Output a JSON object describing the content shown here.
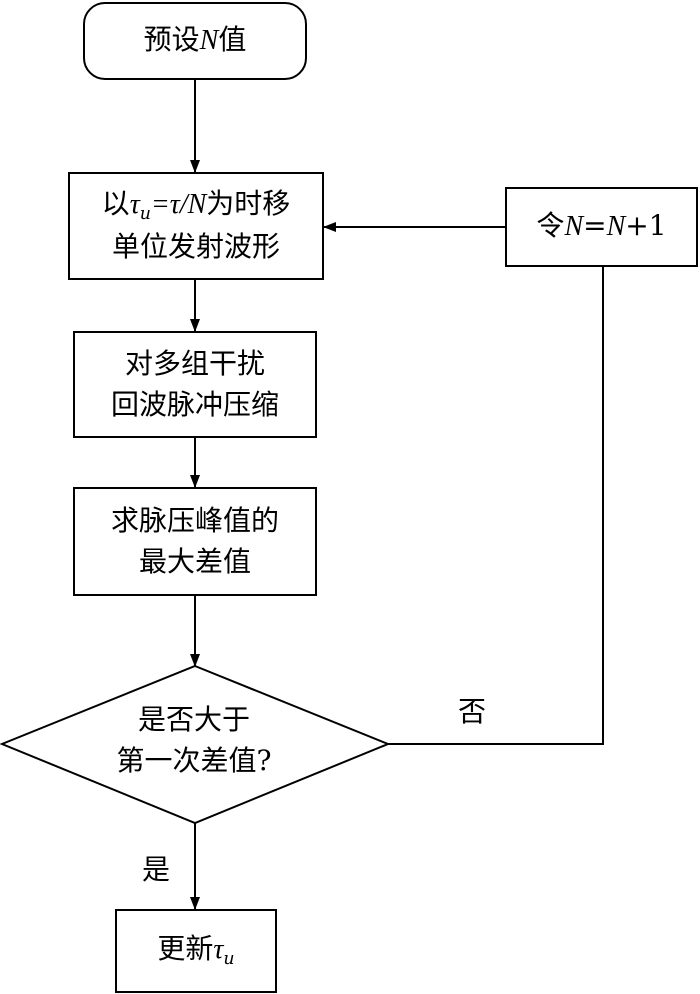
{
  "nodes": {
    "start": {
      "pre": "预设",
      "var": "N",
      "post": "值"
    },
    "emit": {
      "line1_pre": "以",
      "tau": "τ",
      "sub": "u",
      "eq": "=τ/",
      "var": "N",
      "line1_post": "为时移",
      "line2": "单位发射波形"
    },
    "compress": {
      "line1": "对多组干扰",
      "line2": "回波脉冲压缩"
    },
    "maxdiff": {
      "line1": "求脉压峰值的",
      "line2": "最大差值"
    },
    "decision": {
      "line1": "是否大于",
      "line2": "第一次差值?"
    },
    "update": {
      "pre": "更新",
      "tau": "τ",
      "sub": "u"
    },
    "increment": {
      "pre": "令",
      "var1": "N",
      "mid": "=",
      "var2": "N",
      "post": "+1"
    }
  },
  "edges": {
    "no_label": "否",
    "yes_label": "是"
  }
}
